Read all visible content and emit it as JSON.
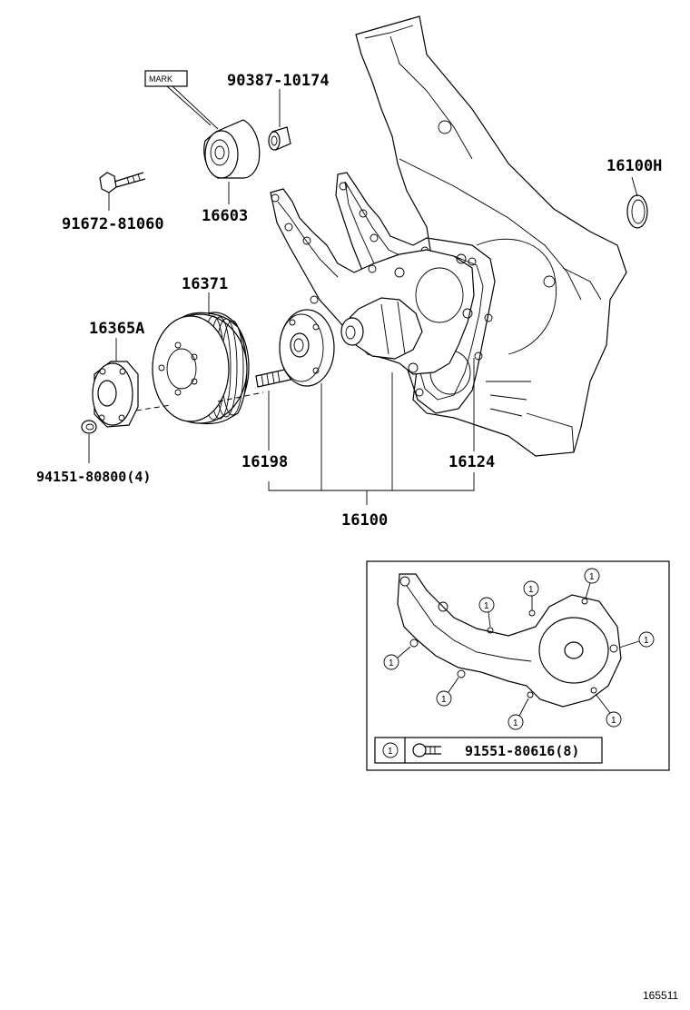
{
  "labels": {
    "mark": "MARK",
    "p90387": "90387-10174",
    "p16100h": "16100H",
    "p91672": "91672-81060",
    "p16603": "16603",
    "p16371": "16371",
    "p16365a": "16365A",
    "p94151": "94151-80800(4)",
    "p16198": "16198",
    "p16124": "16124",
    "p16100": "16100",
    "inset_ref_symbol": "1",
    "inset_bolt_part": "91551-80616(8)",
    "illustration_id": "165511"
  }
}
